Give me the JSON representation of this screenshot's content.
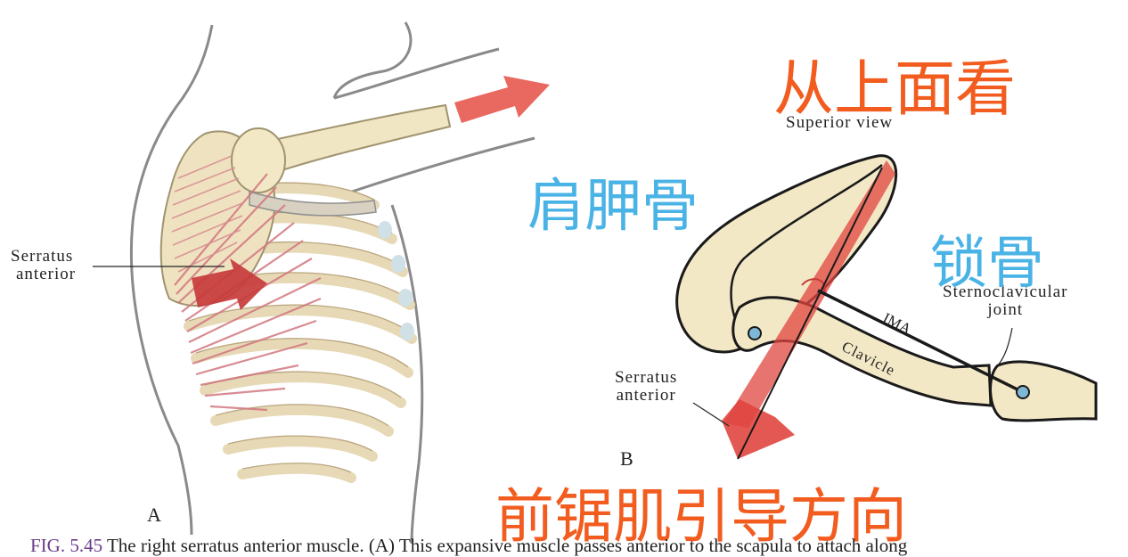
{
  "panel_a": {
    "label": "A",
    "serratus_label_line1": "Serratus",
    "serratus_label_line2": "anterior"
  },
  "panel_b": {
    "label": "B",
    "superior_view": "Superior view",
    "sternoclavicular_line1": "Sternoclavicular",
    "sternoclavicular_line2": "joint",
    "ima": "IMA",
    "clavicle": "Clavicle",
    "serratus_line1": "Serratus",
    "serratus_line2": "anterior"
  },
  "annotations_cn": {
    "view_from_top": "从上面看",
    "scapula": "肩胛骨",
    "clavicle": "锁骨",
    "serratus_direction": "前锯肌引导方向"
  },
  "caption": {
    "figure_ref": "FIG. 5.45",
    "text": "The right serratus anterior muscle. (A) This expansive muscle passes anterior to the scapula to attach along"
  },
  "colors": {
    "bone": "#f3e8c6",
    "bone_outline": "#1a1a1a",
    "muscle": "#d2777f",
    "arrow_red": "#e0463f",
    "cn_orange": "#f25c1f",
    "cn_blue": "#4ab3e6",
    "joint_blue": "#7fb8d6"
  }
}
